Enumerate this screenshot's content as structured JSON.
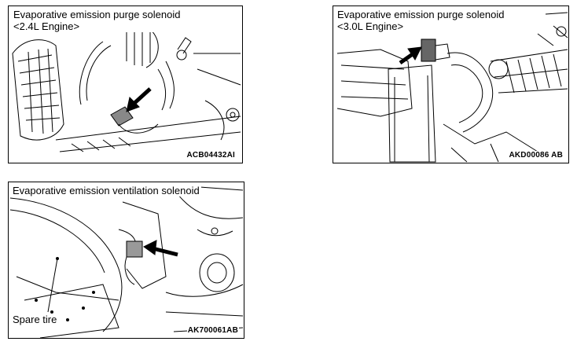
{
  "figures": [
    {
      "caption_line1": "Evaporative emission purge solenoid",
      "caption_line2": "<2.4L Engine>",
      "code": "ACB04432AI"
    },
    {
      "caption_line1": "Evaporative emission purge solenoid",
      "caption_line2": "<3.0L Engine>",
      "code": "AKD00086 AB"
    },
    {
      "caption_line1": "Evaporative emission ventilation solenoid",
      "code": "AK700061AB",
      "callout": "Spare tire"
    }
  ]
}
